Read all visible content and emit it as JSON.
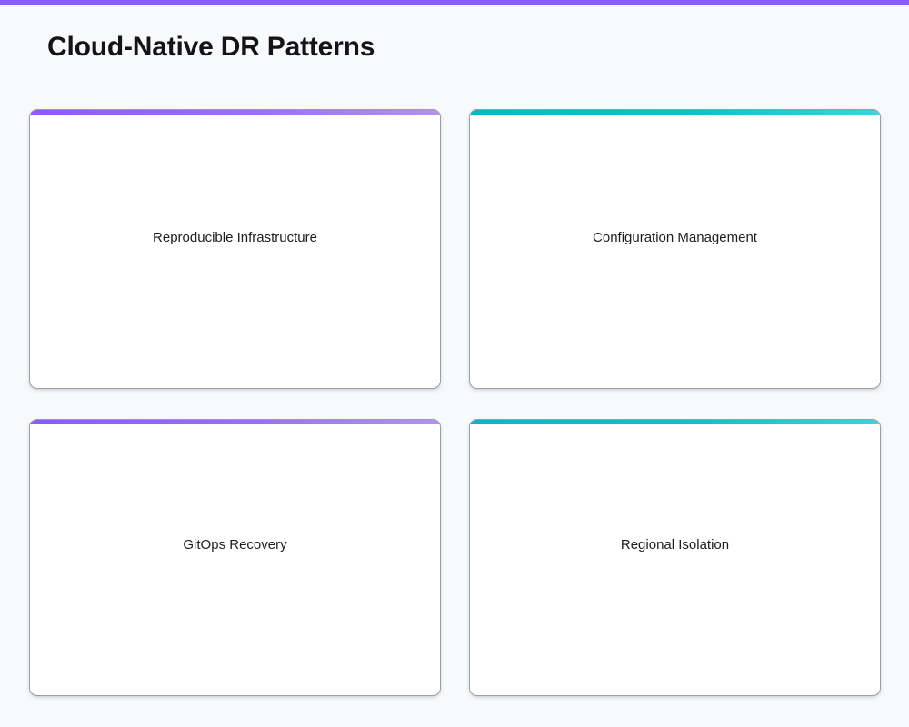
{
  "page": {
    "title": "Cloud-Native DR Patterns",
    "background_color": "#f8f9fb",
    "top_bar_color": "#8b5cf6"
  },
  "theme": {
    "accent_purple": "#8b5cf6",
    "accent_purple_light": "#b291f5",
    "accent_teal": "#0fb4cc",
    "accent_teal_light": "#44cfdb",
    "card_background": "#ffffff",
    "card_border": "#9a9ea6",
    "title_color": "#141418",
    "label_color": "#1d1d20"
  },
  "grid": {
    "columns": 2,
    "rows": 2,
    "cards": [
      {
        "label": "Reproducible Infrastructure",
        "accent": "purple"
      },
      {
        "label": "Configuration Management",
        "accent": "teal"
      },
      {
        "label": "GitOps Recovery",
        "accent": "purple"
      },
      {
        "label": "Regional Isolation",
        "accent": "teal"
      }
    ]
  }
}
